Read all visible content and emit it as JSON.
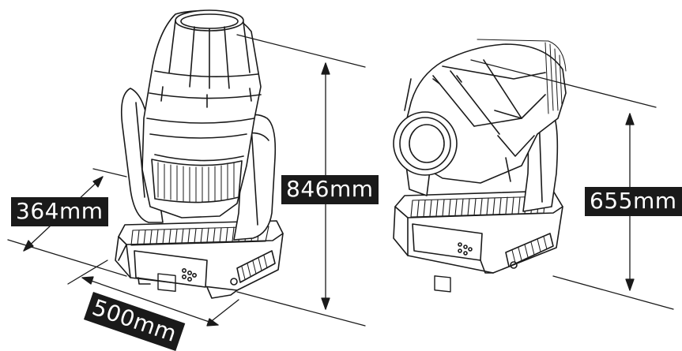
{
  "dimensions": {
    "width": "500mm",
    "depth": "364mm",
    "height_spot": "846mm",
    "height_beam": "655mm"
  },
  "colors": {
    "line": "#1a1a1a",
    "label_bg": "#1a1a1a",
    "label_text": "#ffffff",
    "background": "#ffffff"
  }
}
